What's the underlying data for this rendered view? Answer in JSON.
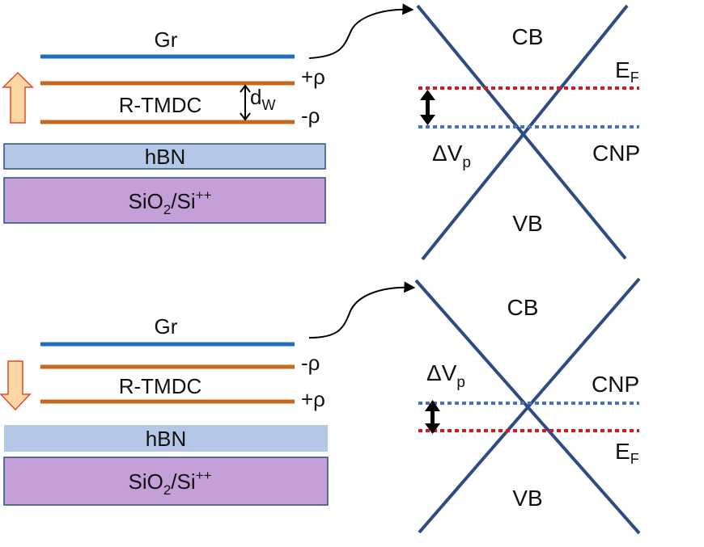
{
  "colors": {
    "graphene": "#1f6fc0",
    "tmdc": "#c56a1f",
    "hbn_fill": "#b5c7e6",
    "hbn_stroke": "#2f4f80",
    "sio2_fill": "#c49fd8",
    "sio2_stroke": "#2f4f80",
    "cone": "#2e4b82",
    "fermi": "#e0141e",
    "cnp": "#4472c4",
    "arrow_fill": "#fbd7a4",
    "arrow_stroke": "#e04a2a"
  },
  "panels": [
    {
      "polarization_arrow": "up-arrow",
      "gr_label": "Gr",
      "tmdc_label": "R-TMDC",
      "top_charge": "+ρ",
      "bottom_charge": "-ρ",
      "spacing_label": "d",
      "spacing_sub": "W",
      "hbn_label": "hBN",
      "substrate_label": {
        "main": "SiO",
        "sub": "2",
        "mid": "/Si",
        "sup": "++"
      },
      "cb_label": "CB",
      "vb_label": "VB",
      "cnp_label": "CNP",
      "ef_label": {
        "main": "E",
        "sub": "F"
      },
      "shift_label": {
        "main": "ΔV",
        "sub": "p"
      }
    },
    {
      "polarization_arrow": "down-arrow",
      "gr_label": "Gr",
      "tmdc_label": "R-TMDC",
      "top_charge": "-ρ",
      "bottom_charge": "+ρ",
      "hbn_label": "hBN",
      "substrate_label": {
        "main": "SiO",
        "sub": "2",
        "mid": "/Si",
        "sup": "++"
      },
      "cb_label": "CB",
      "vb_label": "VB",
      "cnp_label": "CNP",
      "ef_label": {
        "main": "E",
        "sub": "F"
      },
      "shift_label": {
        "main": "ΔV",
        "sub": "p"
      }
    }
  ]
}
